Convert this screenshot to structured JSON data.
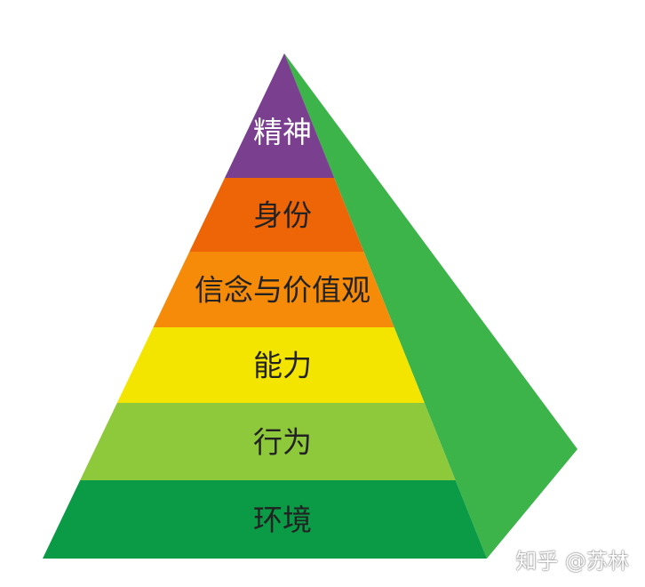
{
  "levels": [
    {
      "label": "精神",
      "color": "#7a3f8e",
      "text_color": "#ffffff"
    },
    {
      "label": "身份",
      "color": "#ee6508",
      "text_color": "#222222"
    },
    {
      "label": "信念与价值观",
      "color": "#f68b0a",
      "text_color": "#222222"
    },
    {
      "label": "能力",
      "color": "#f3e500",
      "text_color": "#222222"
    },
    {
      "label": "行为",
      "color": "#8ec93c",
      "text_color": "#222222"
    },
    {
      "label": "环境",
      "color": "#0b9a45",
      "text_color": "#222222"
    }
  ],
  "side_color": "#3cb44a",
  "watermark": "知乎 @苏林"
}
